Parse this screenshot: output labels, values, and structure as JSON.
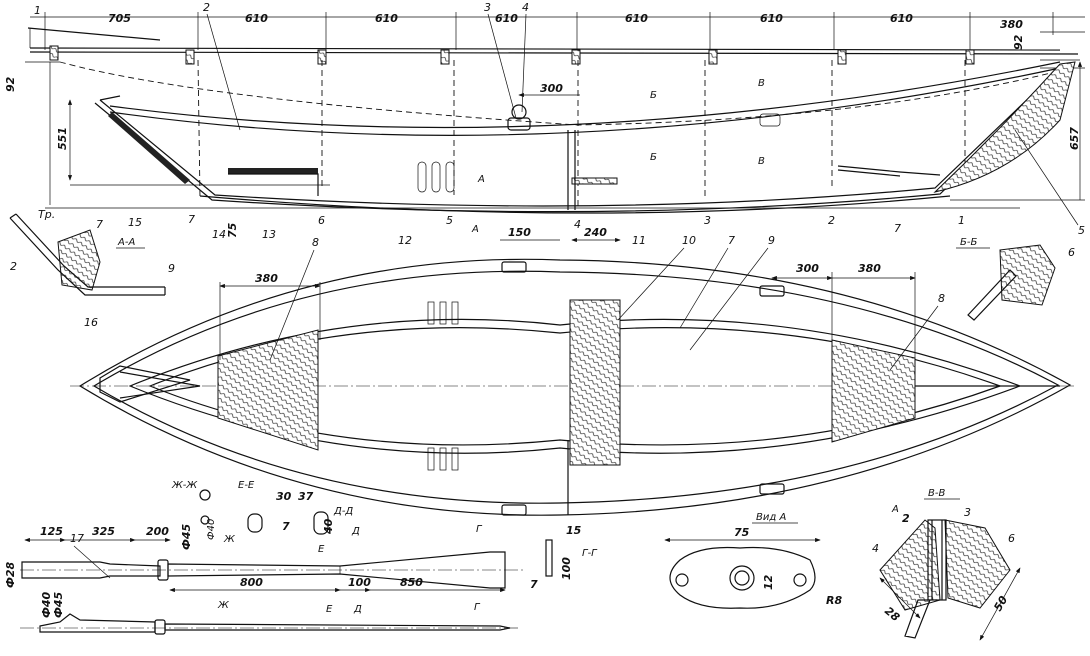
{
  "dimensions": {
    "top_row": [
      "705",
      "610",
      "610",
      "610",
      "610",
      "610",
      "610",
      "380"
    ],
    "side_view": [
      "92",
      "551",
      "300",
      "75",
      "657",
      "92"
    ],
    "plan_view": [
      "150",
      "240",
      "380",
      "300",
      "380"
    ],
    "oar": [
      "125",
      "325",
      "200",
      "Ф45",
      "800",
      "100",
      "850",
      "Ф28",
      "Ф40",
      "Ф45"
    ],
    "oar_sections": [
      "30",
      "37",
      "Ф40",
      "40",
      "7",
      "15",
      "100",
      "7"
    ],
    "view_a": [
      "75",
      "12",
      "R8"
    ],
    "section_vv": [
      "2",
      "28",
      "50"
    ]
  },
  "callouts": {
    "side": [
      "1",
      "2",
      "3",
      "4",
      "15",
      "7",
      "14",
      "13",
      "6",
      "12",
      "5",
      "4",
      "3",
      "11",
      "2",
      "1",
      "7",
      "5",
      "7"
    ],
    "side_numbers_text": [
      "Тр.",
      "7",
      "6",
      "5",
      "4",
      "3",
      "2",
      "1"
    ],
    "plan": [
      "8",
      "10",
      "7",
      "9",
      "8"
    ],
    "details": [
      "2",
      "7",
      "16",
      "9",
      "6",
      "17",
      "3",
      "4",
      "6"
    ]
  },
  "section_labels": {
    "aa": "А-А",
    "bb": "Б-Б",
    "zhzh": "Ж-Ж",
    "ee": "Е-Е",
    "dd": "Д-Д",
    "gg": "Г-Г",
    "view_a": "Вид А",
    "vv": "В-В"
  },
  "cut_marks": {
    "A": "А",
    "B": "Б",
    "V": "В",
    "G": "Г",
    "D": "Д",
    "E": "Е",
    "Zh": "Ж",
    "Tr": "Тр."
  }
}
